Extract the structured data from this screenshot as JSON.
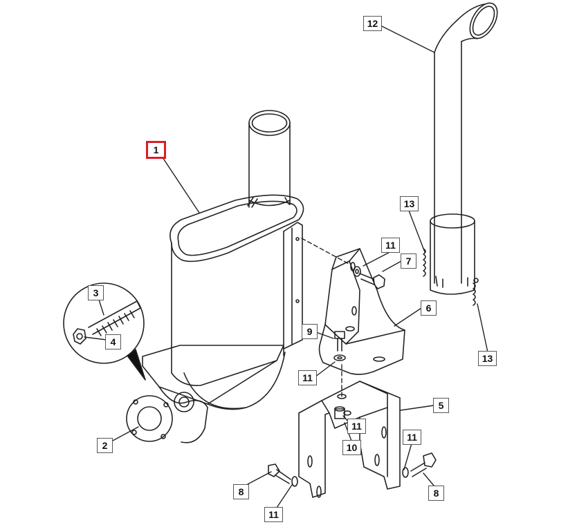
{
  "callouts": {
    "c1": "1",
    "c2": "2",
    "c3": "3",
    "c4": "4",
    "c5": "5",
    "c6": "6",
    "c7": "7",
    "c8a": "8",
    "c8b": "8",
    "c9": "9",
    "c10": "10",
    "c11a": "11",
    "c11b": "11",
    "c11c": "11",
    "c11d": "11",
    "c11e": "11",
    "c12": "12",
    "c13a": "13",
    "c13b": "13"
  },
  "highlight_color": "#e01b24"
}
